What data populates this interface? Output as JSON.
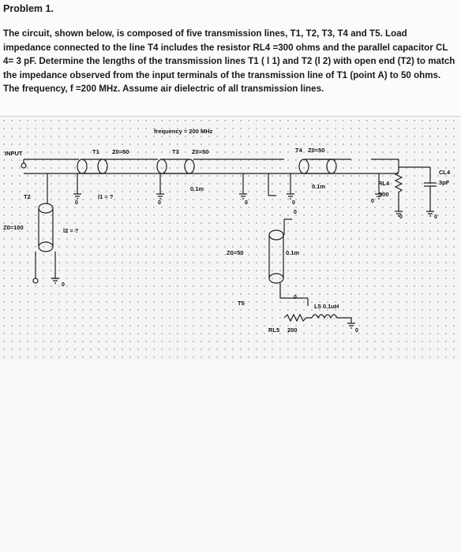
{
  "problem": {
    "title": "Problem 1.",
    "body": "The circuit, shown below, is composed of five transmission lines, T1, T2, T3, T4 and T5. Load impedance connected to the line T4 includes the resistor RL4 =300 ohms and the parallel capacitor CL 4= 3 pF. Determine the lengths of the transmission lines T1 ( l 1) and T2 (l 2) with open end (T2) to match the impedance observed from the input terminals of the transmission line of T1 (point A) to 50 ohms. The frequency, f =200 MHz. Assume air dielectric of all transmission lines."
  },
  "circuit": {
    "frequency": "frequency = 200 MHz",
    "input": "INPUT",
    "t1": "T1",
    "t1_z": "Z0=50",
    "t3": "T3",
    "t3_z": "Z0=50",
    "t4": "T4",
    "t4_z": "Z0=50",
    "t3_len": "0.1m",
    "t4_len": "0.1m",
    "t2": "T2",
    "l1": "l1 = ?",
    "l2": "l2 = ?",
    "t2_z": "Z0=100",
    "rl4": "RL4",
    "rl4_val": "300",
    "cl4": "CL4",
    "cl4_val": "3pF",
    "t5_z": "Z0=50",
    "t5_len": "0.1m",
    "t5": "T5",
    "l5": "L5 0.1uH",
    "rl5": "RL5",
    "rl5_val": "200",
    "ground": "0"
  }
}
